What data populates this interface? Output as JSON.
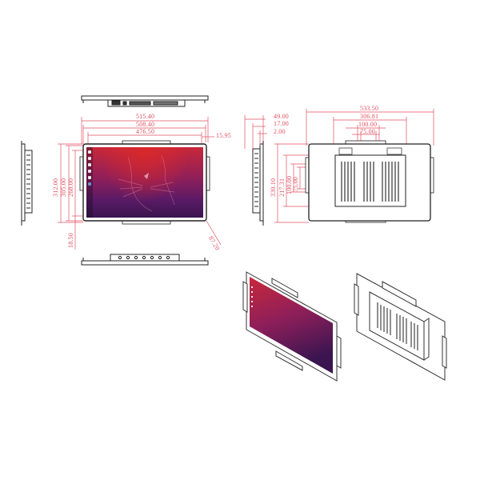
{
  "drawing": {
    "title": "Open frame monitor dimension drawing",
    "units": "mm",
    "line_color": "#e05060",
    "outline_color": "#222222",
    "screen_gradient": [
      "#c8283a",
      "#8e1f5a",
      "#5a1a66",
      "#3a1550"
    ]
  },
  "front_view": {
    "width_dims": [
      "515.40",
      "508.40",
      "476.50"
    ],
    "height_dims": [
      "312.00",
      "305.00",
      "268.00"
    ],
    "right_offset": "15.95",
    "bottom_offset": "18.50",
    "diagonal": "87.20"
  },
  "rear_view": {
    "depth_dims": [
      "49.00",
      "17.00",
      "2.00"
    ],
    "width_dims": [
      "533.50",
      "306.81",
      "100.00",
      "75.00"
    ],
    "height_dims": [
      "330.10",
      "217.31",
      "100.00",
      "75.00"
    ]
  },
  "views": {
    "top": "top-view",
    "bottom": "bottom-view",
    "left_side": "left-side-view",
    "right_side": "right-side-view",
    "front": "front-view",
    "rear": "rear-view",
    "iso_front": "isometric-front-view",
    "iso_rear": "isometric-rear-view"
  }
}
